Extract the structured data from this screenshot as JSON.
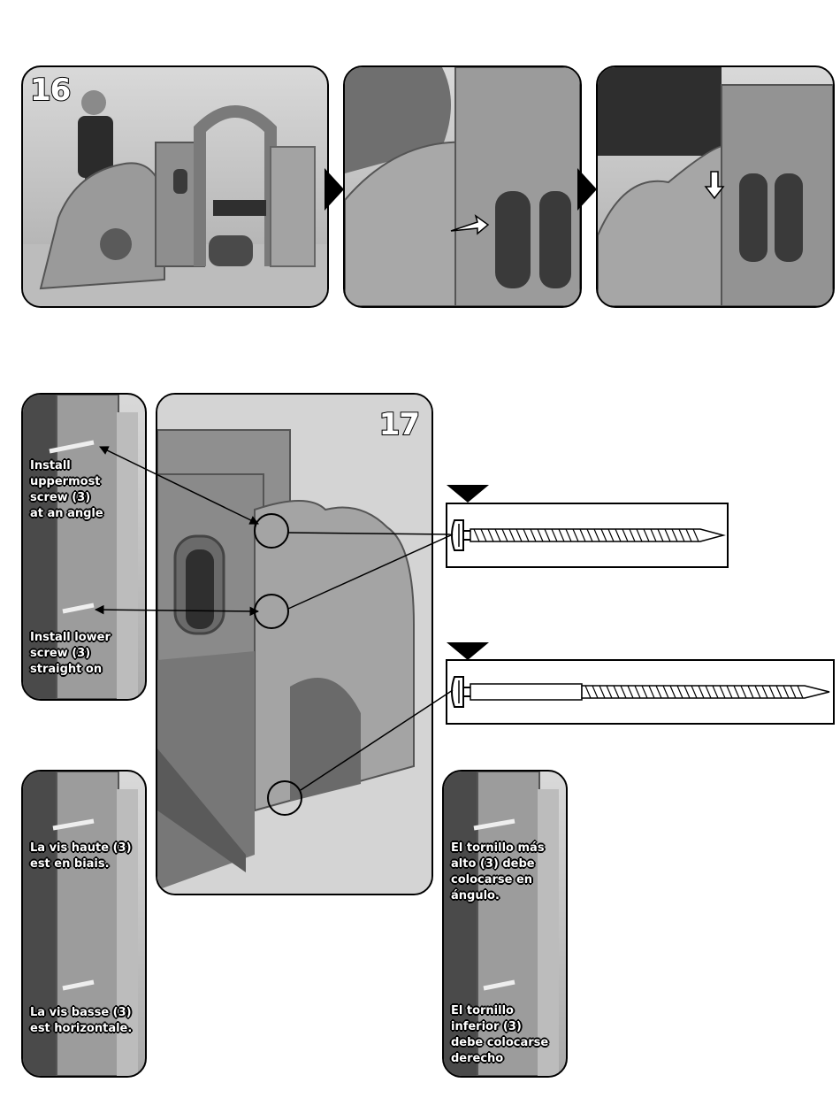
{
  "step16": {
    "number": "16"
  },
  "step17": {
    "number": "17"
  },
  "captions": {
    "upper_en": "Install\nuppermost\nscrew (3)\nat an angle",
    "lower_en": "Install lower\nscrew (3)\nstraight on",
    "upper_fr": "La vis haute (3)\nest en biais.",
    "lower_fr": "La vis basse (3)\nest horizontale.",
    "upper_es": "El tornillo más\nalto (3) debe\ncolocarse en\nángulo.",
    "lower_es": "El tornillo\ninferior (3)\ndebe colocarse\nderecho"
  },
  "icons": {
    "flow_arrow": "triangle-right",
    "part_marker": "triangle-down",
    "screw_short": "screw-fully-threaded",
    "screw_long": "screw-partially-threaded"
  },
  "colors": {
    "line": "#000000",
    "caption_text": "#ffffff",
    "photo_gray": "#b5b5b5"
  }
}
